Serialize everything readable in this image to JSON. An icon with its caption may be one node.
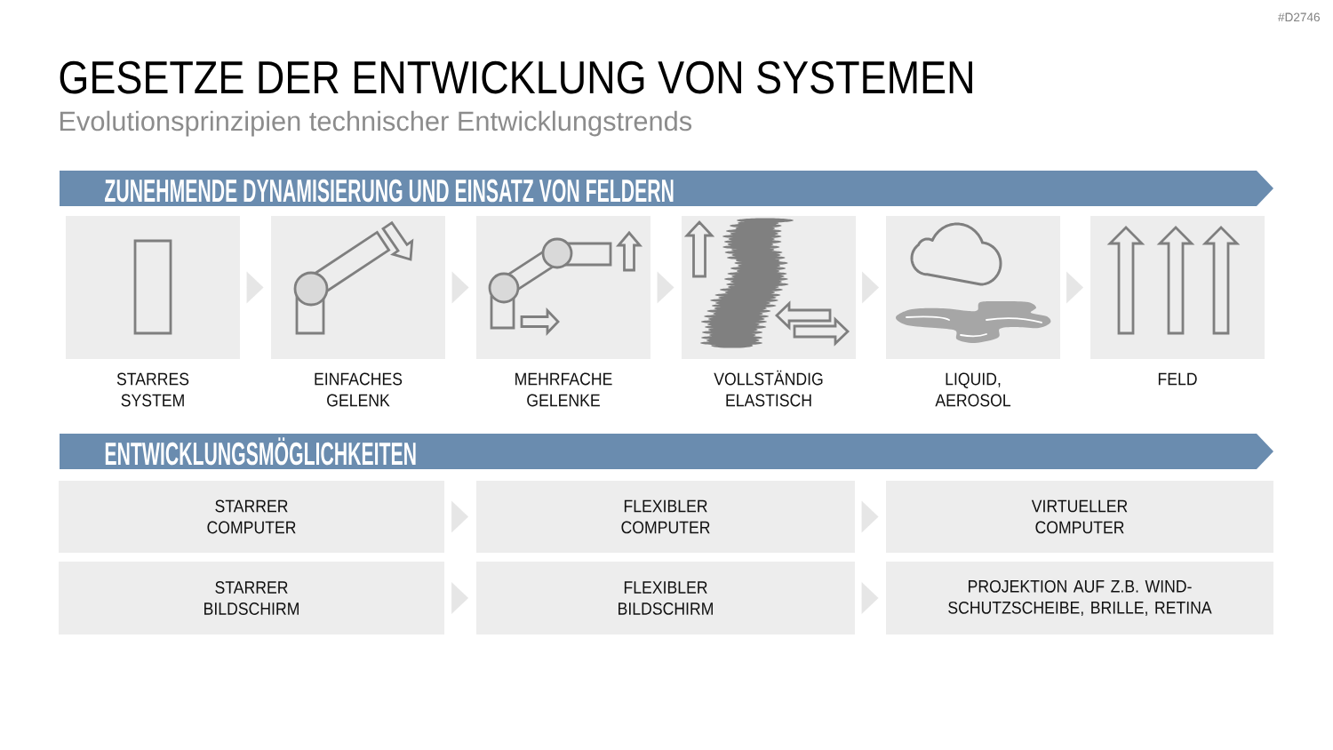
{
  "diagram": {
    "title": "GESETZE DER ENTWICKLUNG VON SYSTEMEN",
    "nodes": [
      {
        "text": [
          "ZUNEHMENDE DYNAMISIERUNG UND EINSATZ VON FELDERN"
        ]
      },
      {
        "text": [
          "STARRES SYSTEM"
        ]
      },
      {
        "text": [
          "EINFACHES GELENK"
        ]
      },
      {
        "text": [
          "MEHRFACHE GELENKE"
        ]
      },
      {
        "text": [
          "VOLLSTÄNDIG ELASTISCH"
        ]
      },
      {
        "text": [
          "LIQUID, AEROSOL"
        ]
      },
      {
        "text": [
          "FELD"
        ]
      },
      {
        "text": [
          "ENTWICKLUNGSMÖGLICHKEITEN"
        ]
      },
      {
        "text": [
          "STARRER COMPUTER"
        ]
      },
      {
        "text": [
          "FLEXIBLER COMPUTER"
        ]
      },
      {
        "text": [
          "VIRTUELLER COMPUTER"
        ]
      },
      {
        "text": [
          "STARRER BILDSCHIRM"
        ]
      },
      {
        "text": [
          "FLEXIBLER BILDSCHIRM"
        ]
      },
      {
        "text": [
          "PROJEKTION AUF Z.B. WIND- SCHUTZSCHEIBE, BRILLE, RETINA"
        ]
      }
    ],
    "edges": [
      {
        "from": 1,
        "to": 2,
        "arrow": "to"
      },
      {
        "from": 2,
        "to": 3,
        "arrow": "to"
      },
      {
        "from": 3,
        "to": 4,
        "arrow": "to"
      },
      {
        "from": 4,
        "to": 5,
        "arrow": "to"
      },
      {
        "from": 5,
        "to": 6,
        "arrow": "to"
      },
      {
        "from": 8,
        "to": 9,
        "arrow": "to"
      },
      {
        "from": 9,
        "to": 10,
        "arrow": "to"
      },
      {
        "from": 11,
        "to": 12,
        "arrow": "to"
      },
      {
        "from": 12,
        "to": 13,
        "arrow": "to"
      }
    ],
    "labels": [
      "Evolutionsprinzipien technischer Entwicklungstrends",
      "#D2746"
    ]
  }
}
